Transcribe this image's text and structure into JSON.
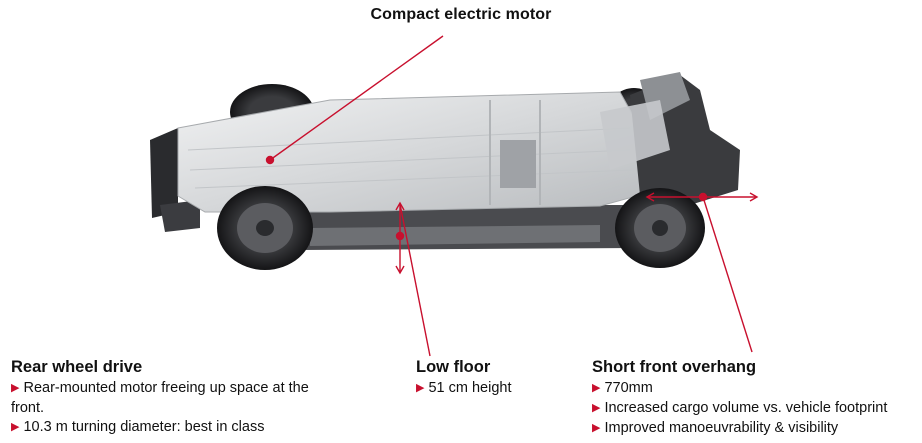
{
  "callouts": {
    "top": {
      "title": "Compact electric motor"
    },
    "rear": {
      "title": "Rear wheel drive",
      "bullets": [
        "Rear-mounted motor freeing up space at the front.",
        "10.3 m turning diameter: best in class"
      ]
    },
    "floor": {
      "title": "Low floor",
      "bullets": [
        "51 cm height"
      ]
    },
    "overhang": {
      "title": "Short front overhang",
      "bullets": [
        "770mm",
        "Increased cargo volume vs. vehicle footprint",
        "Improved manoeuvrability & visibility"
      ]
    }
  },
  "colors": {
    "accent": "#c8102e",
    "platform": "#d9dadc",
    "chassis_dark": "#2a2b2e"
  }
}
